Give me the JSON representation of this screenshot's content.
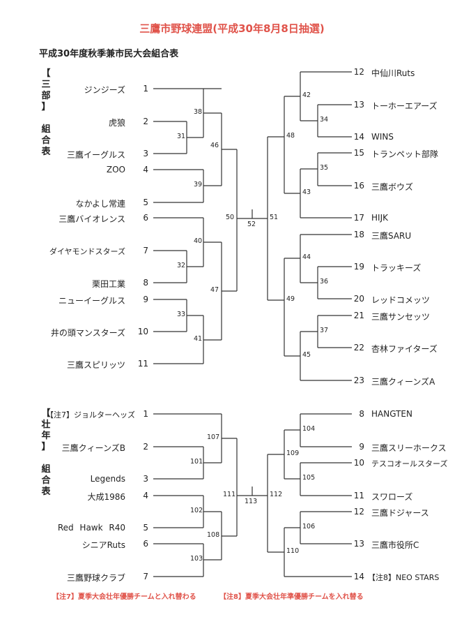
{
  "title": "三鷹市野球連盟(平成30年8月8日抽選)",
  "subtitle": "平成30年度秋季兼市民大会組合表",
  "division1": {
    "label": [
      "【",
      "三",
      "部",
      "】",
      "",
      "組",
      "合",
      "表"
    ],
    "left_teams": [
      {
        "seed": "1",
        "name": "ジンジーズ"
      },
      {
        "seed": "2",
        "name": "虎狼"
      },
      {
        "seed": "3",
        "name": "三鷹イーグルス"
      },
      {
        "seed": "4",
        "name": "ZOO"
      },
      {
        "seed": "5",
        "name": "なかよし常連"
      },
      {
        "seed": "6",
        "name": "三鷹バイオレンス"
      },
      {
        "seed": "7",
        "name": "ダイヤモンドスターズ"
      },
      {
        "seed": "8",
        "name": "栗田工業"
      },
      {
        "seed": "9",
        "name": "ニューイーグルス"
      },
      {
        "seed": "10",
        "name": "井の頭マンスターズ"
      },
      {
        "seed": "11",
        "name": "三鷹スピリッツ"
      }
    ],
    "right_teams": [
      {
        "seed": "12",
        "name": "中仙川Ruts"
      },
      {
        "seed": "13",
        "name": "トーホーエアーズ"
      },
      {
        "seed": "14",
        "name": "WINS"
      },
      {
        "seed": "15",
        "name": "トランペット部隊"
      },
      {
        "seed": "16",
        "name": "三鷹ボウズ"
      },
      {
        "seed": "17",
        "name": "HIJK"
      },
      {
        "seed": "18",
        "name": "三鷹SARU"
      },
      {
        "seed": "19",
        "name": "トラッキーズ"
      },
      {
        "seed": "20",
        "name": "レッドコメッツ"
      },
      {
        "seed": "21",
        "name": "三鷹サンセッツ"
      },
      {
        "seed": "22",
        "name": "杏林ファイターズ"
      },
      {
        "seed": "23",
        "name": "三鷹クィーンズA"
      }
    ],
    "matches": [
      "31",
      "32",
      "33",
      "34",
      "35",
      "36",
      "37",
      "38",
      "39",
      "40",
      "41",
      "42",
      "43",
      "44",
      "45",
      "46",
      "47",
      "48",
      "49",
      "50",
      "51",
      "52"
    ]
  },
  "division2": {
    "label": [
      "【",
      "壮",
      "年",
      "】",
      "",
      "組",
      "合",
      "表"
    ],
    "left_teams": [
      {
        "seed": "1",
        "name": "【注7】ジョルターヘッズ"
      },
      {
        "seed": "2",
        "name": "三鷹クィーンズB"
      },
      {
        "seed": "3",
        "name": "Legends"
      },
      {
        "seed": "4",
        "name": "大成1986"
      },
      {
        "seed": "5",
        "name": "Red Hawk R40"
      },
      {
        "seed": "6",
        "name": "シニアRuts"
      },
      {
        "seed": "7",
        "name": "三鷹野球クラブ"
      }
    ],
    "right_teams": [
      {
        "seed": "8",
        "name": "HANGTEN"
      },
      {
        "seed": "9",
        "name": "三鷹スリーホークス"
      },
      {
        "seed": "10",
        "name": "テスコオールスターズ"
      },
      {
        "seed": "11",
        "name": "スワローズ"
      },
      {
        "seed": "12",
        "name": "三鷹ドジャース"
      },
      {
        "seed": "13",
        "name": "三鷹市役所C"
      },
      {
        "seed": "14",
        "name": "【注8】NEO STARS"
      }
    ],
    "matches": [
      "101",
      "102",
      "103",
      "104",
      "105",
      "106",
      "107",
      "108",
      "109",
      "110",
      "111",
      "112",
      "113"
    ]
  },
  "notes": {
    "note7": "【注7】夏季大会壮年優勝チームと入れ替わる",
    "note8": "【注8】夏季大会壮年準優勝チームを入れ替る"
  }
}
